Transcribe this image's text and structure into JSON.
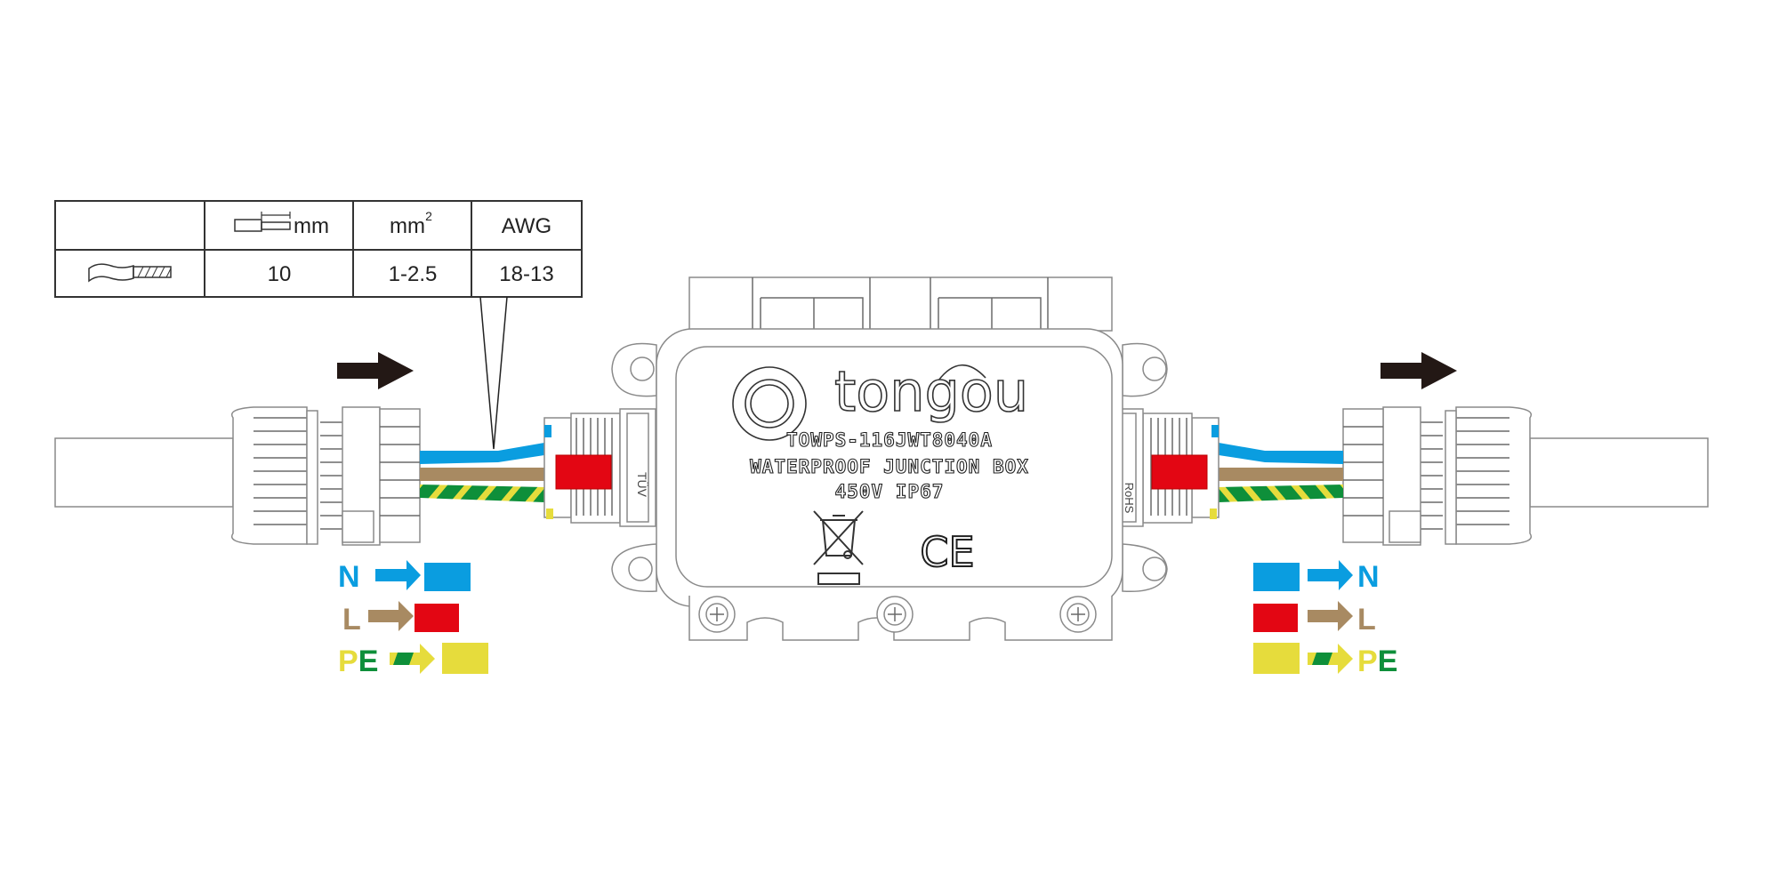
{
  "table": {
    "headers": {
      "strip_length_unit": "mm",
      "cross_section_unit": "mm",
      "cross_section_sup": "2",
      "awg": "AWG"
    },
    "row": {
      "strip_length": "10",
      "cross_section": "1-2.5",
      "awg": "18-13"
    }
  },
  "box": {
    "brand": "tongou",
    "model": "TOWPS-116JWT8040A",
    "description": "WATERPROOF JUNCTION BOX",
    "rating": "450V  IP67",
    "ce_mark": "CE",
    "tuv_stamp": "TÜV",
    "rohs_stamp": "RoHS"
  },
  "legend": {
    "n": {
      "label": "N",
      "color": "#0a9de0"
    },
    "l": {
      "label": "L",
      "color": "#a88a62",
      "box_color": "#e30613"
    },
    "pe": {
      "p": "P",
      "e": "E",
      "yellow": "#e6dc3c",
      "green": "#0e8f3a"
    }
  }
}
